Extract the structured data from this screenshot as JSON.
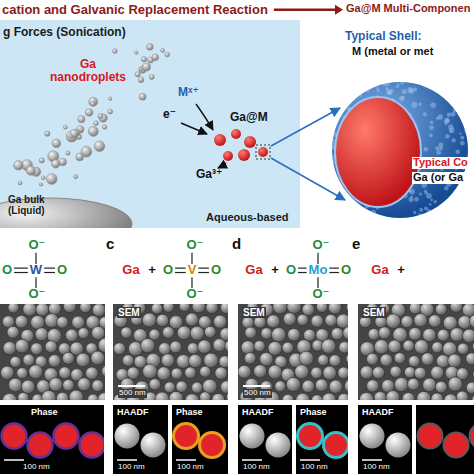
{
  "diagram": {
    "nodes": [
      {
        "text": [
          "g Forces (Sonication)",
          "Aqueous-based"
        ]
      },
      {
        "text": [
          "SEM",
          "500 nm"
        ]
      },
      {
        "text": [
          "SEM",
          "500 nm"
        ]
      },
      {
        "text": [
          "SEM"
        ]
      },
      {
        "text": [
          "Phase",
          "100 nm"
        ]
      },
      {
        "text": [
          "HAADF",
          "100 nm"
        ]
      },
      {
        "text": [
          "Phase",
          "100 nm"
        ]
      },
      {
        "text": [
          "HAADF",
          "100 nm"
        ]
      },
      {
        "text": [
          "Phase",
          "100 nm"
        ]
      },
      {
        "text": [
          "HAADF",
          "100 nm"
        ]
      }
    ],
    "labels": [
      "cation and Galvanic Replacement Reaction",
      "Ga@M Multi-Componen",
      "Ga nanodroplets",
      "Mˣ⁺",
      "e⁻",
      "Ga@M",
      "Ga³⁺",
      "Ga bulk (Liquid)",
      "Typical Shell:",
      "M (metal or met",
      "Typical Co",
      "Ga (or Ga",
      "c",
      "d",
      "e",
      "O⁻",
      "O",
      "W",
      "O",
      "O⁻",
      "Ga",
      "+",
      "O⁻",
      "O",
      "V",
      "O",
      "O⁻",
      "Ga",
      "+",
      "O⁻",
      "O",
      "Mo",
      "O",
      "O⁻",
      "Ga",
      "+"
    ]
  }
}
